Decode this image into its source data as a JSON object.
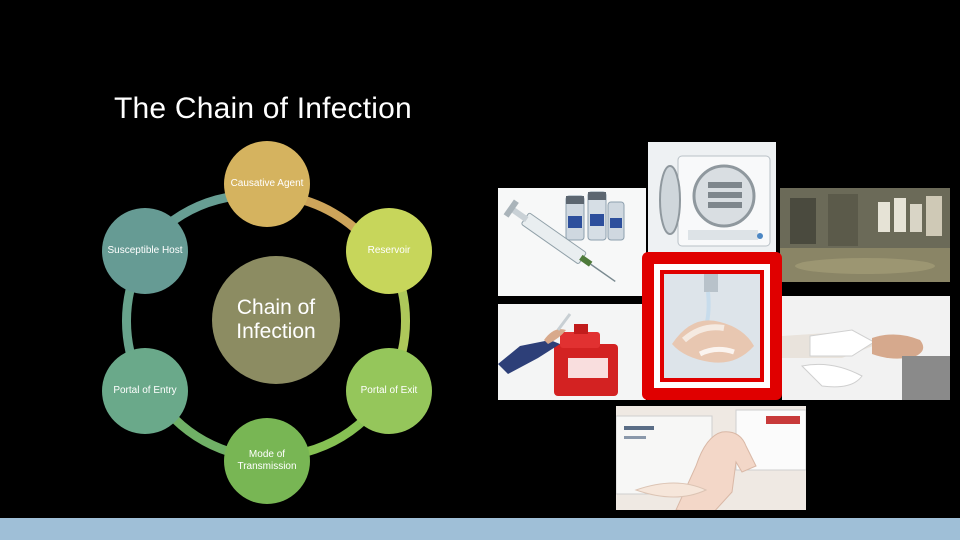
{
  "slide": {
    "title": "The Chain of Infection",
    "center_label": "Chain of Infection"
  },
  "cycle": {
    "nodes": [
      {
        "label": "Causative Agent",
        "color": "#d5b35f"
      },
      {
        "label": "Reservoir",
        "color": "#c7d65b"
      },
      {
        "label": "Portal of Exit",
        "color": "#95c65b"
      },
      {
        "label": "Mode of Transmission",
        "color": "#78b654"
      },
      {
        "label": "Portal of Entry",
        "color": "#6aa98a"
      },
      {
        "label": "Susceptible Host",
        "color": "#669b94"
      }
    ]
  },
  "photos": [
    {
      "name": "syringe-vials-photo"
    },
    {
      "name": "autoclave-photo"
    },
    {
      "name": "flooded-room-photo"
    },
    {
      "name": "sharps-container-photo"
    },
    {
      "name": "handwashing-photo"
    },
    {
      "name": "bandaged-arm-photo"
    },
    {
      "name": "gloves-box-photo"
    }
  ],
  "colors": {
    "background": "#000000",
    "highlight_frame": "#e00000",
    "bottom_bar": "#9fbfd7"
  }
}
